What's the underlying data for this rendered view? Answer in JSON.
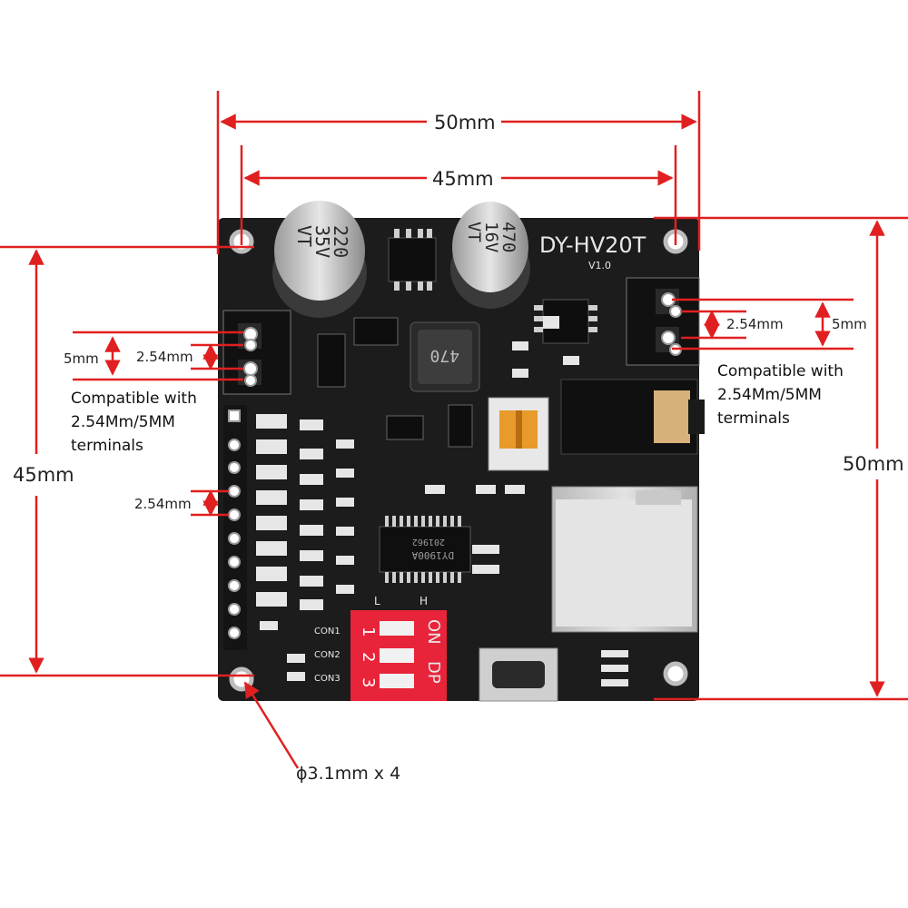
{
  "board": {
    "name": "DY-HV20T",
    "version": "V1.0",
    "chip_marking": "DY1900A",
    "chip_marking_2": "201962",
    "inductor_marking": "470",
    "cap_left": [
      "220",
      "35V",
      "VT"
    ],
    "cap_right": [
      "470",
      "16V",
      "VT"
    ],
    "dip": {
      "low": "L",
      "high": "H",
      "on_label": "ON",
      "dp_label": "DP",
      "numbers": [
        "1",
        "2",
        "3"
      ],
      "con_labels": [
        "CON1",
        "CON2",
        "CON3"
      ]
    }
  },
  "dimensions": {
    "outer_width": "50mm",
    "inner_width": "45mm",
    "inner_height": "45mm",
    "outer_height": "50mm",
    "hole": "ϕ3.1mm x 4"
  },
  "left_terminal": {
    "pitch_5": "5mm",
    "pitch_254": "2.54mm",
    "note": [
      "Compatible with",
      "2.54Mm/5MM",
      "terminals"
    ]
  },
  "right_terminal": {
    "pitch_254": "2.54mm",
    "pitch_5": "5mm",
    "note": [
      "Compatible with",
      "2.54Mm/5MM",
      "terminals"
    ]
  },
  "header_pitch": "2.54mm",
  "colors": {
    "dimension_line": "#e02020",
    "pcb": "#1c1c1c",
    "dip_switch": "#e8243a",
    "cap": "#c9c9c9"
  }
}
